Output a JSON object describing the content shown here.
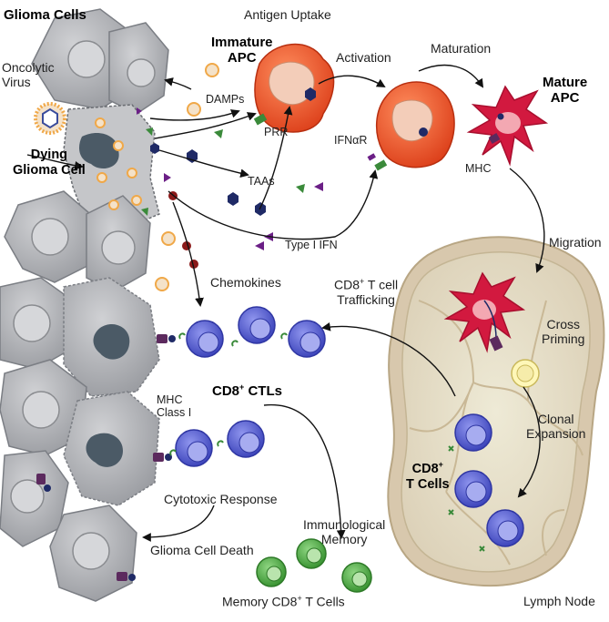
{
  "labels": {
    "glioma_cells": "Glioma Cells",
    "oncolytic_virus": "Oncolytic\nVirus",
    "dying_glioma_cell": "Dying\nGlioma Cell",
    "antigen_uptake": "Antigen Uptake",
    "immature_apc": "Immature\nAPC",
    "damps": "DAMPs",
    "prr": "PRR",
    "activation": "Activation",
    "ifnar": "IFNαR",
    "maturation": "Maturation",
    "mature_apc": "Mature\nAPC",
    "mhc": "MHC",
    "taas": "TAAs",
    "type_i_ifn": "Type I IFN",
    "migration": "Migration",
    "chemokines": "Chemokines",
    "cd8_trafficking_pre": "CD8",
    "cd8_trafficking_sup": "+",
    "cd8_trafficking_post": " T cell\nTrafficking",
    "cross_priming": "Cross\nPriming",
    "mhc_class_i": "MHC\nClass I",
    "cd8_ctls_pre": "CD8",
    "cd8_ctls_sup": "+",
    "cd8_ctls_post": " CTLs",
    "clonal_expansion": "Clonal\nExpansion",
    "cytotoxic_response": "Cytotoxic Response",
    "cd8_tcells_pre": "CD8",
    "cd8_tcells_sup": "+",
    "cd8_tcells_post": "T Cells",
    "immunological_memory": "Immunological\nMemory",
    "glioma_cell_death": "Glioma Cell Death",
    "memory_cd8_pre": "Memory CD8",
    "memory_cd8_sup": "+",
    "memory_cd8_post": " T Cells",
    "lymph_node": "Lymph Node"
  },
  "colors": {
    "glioma_cell": "#b4b6ba",
    "glioma_nucleus": "#d8d9db",
    "dying_nucleus": "#4b5a66",
    "immature_apc": "#ef5a2e",
    "apc_nucleus": "#f3cdb9",
    "mature_apc": "#d2193f",
    "cd8_tcell": "#5b62d6",
    "memory_tcell": "#5bb451",
    "lymph_node": "#ddd2be",
    "damp_green": "#3a8a3a",
    "taa_navy": "#1f2a66",
    "ifn_purple": "#6b1f86",
    "chemokine_red": "#8b1a1a",
    "virus_orange": "#f0a848"
  }
}
